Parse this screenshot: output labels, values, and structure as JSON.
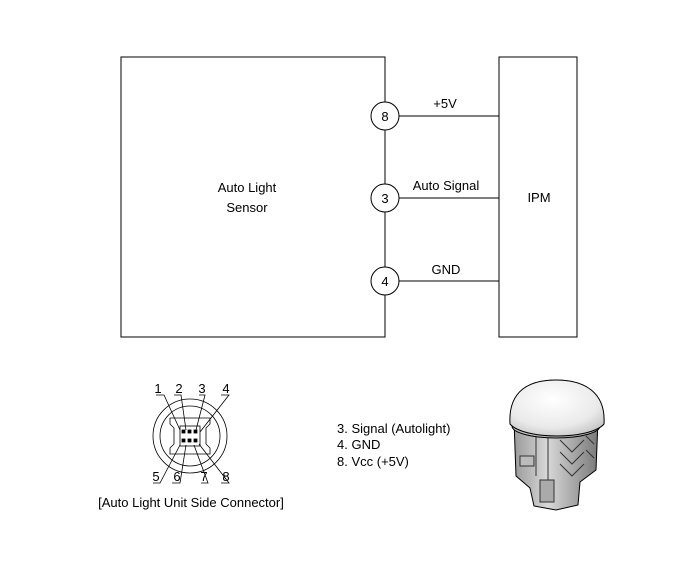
{
  "wiring": {
    "sensor_label_line1": "Auto Light",
    "sensor_label_line2": "Sensor",
    "ipm_label": "IPM",
    "pins": [
      {
        "number": "8",
        "signal": "+5V"
      },
      {
        "number": "3",
        "signal": "Auto Signal"
      },
      {
        "number": "4",
        "signal": "GND"
      }
    ]
  },
  "connector": {
    "pin_labels_top": [
      "1",
      "2",
      "3",
      "4"
    ],
    "pin_labels_bottom": [
      "5",
      "6",
      "7",
      "8"
    ],
    "caption": "[Auto Light Unit Side Connector]"
  },
  "pin_legend": [
    "3. Signal (Autolight)",
    "4. GND",
    "8. Vcc (+5V)"
  ]
}
